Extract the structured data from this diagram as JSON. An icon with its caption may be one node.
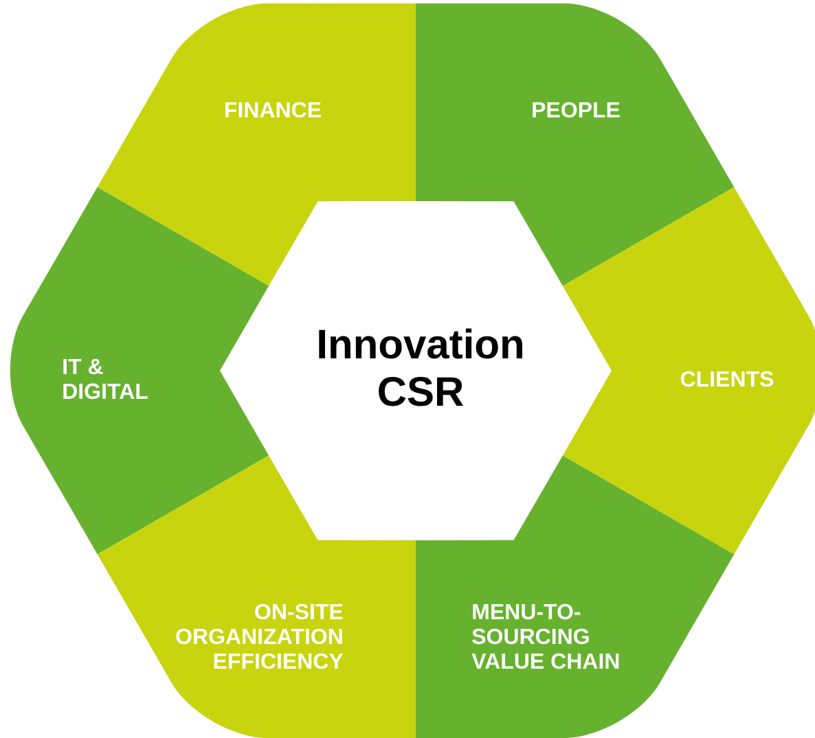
{
  "diagram": {
    "nodes": [
      {
        "text": [
          "FINANCE"
        ]
      },
      {
        "text": [
          "PEOPLE"
        ]
      },
      {
        "text": [
          "IT & DIGITAL"
        ]
      },
      {
        "text": [
          "Innovation CSR"
        ]
      },
      {
        "text": [
          "CLIENTS"
        ]
      },
      {
        "text": [
          "ON-SITE ORGANIZATION EFFICIENCY"
        ]
      },
      {
        "text": [
          "MENU-TO-SOURCING VALUE CHAIN"
        ]
      }
    ]
  }
}
